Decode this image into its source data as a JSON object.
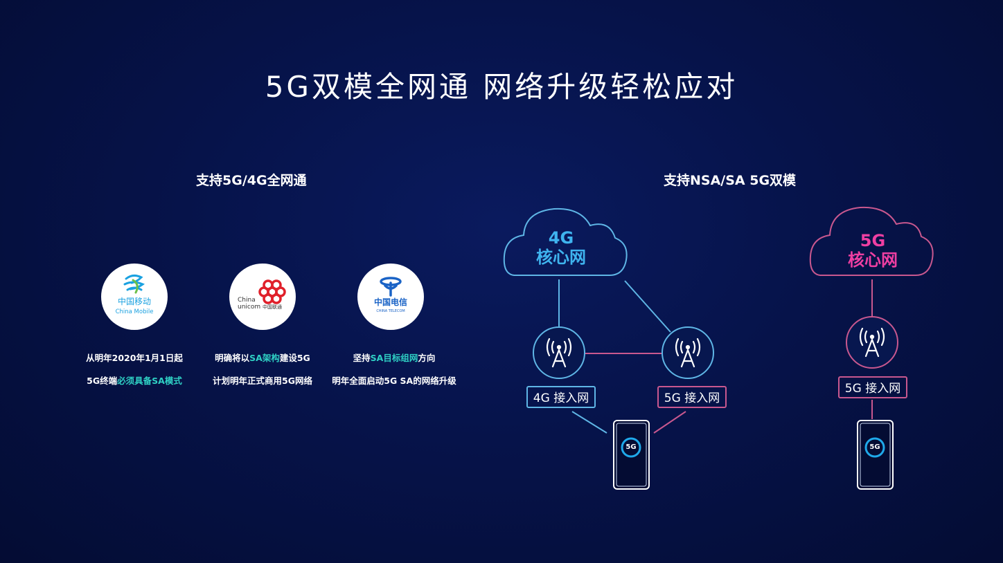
{
  "title": "5G双模全网通 网络升级轻松应对",
  "left": {
    "subtitle": "支持5G/4G全网通",
    "carriers": [
      {
        "logo_icon": "china-mobile-logo",
        "logo_text_cn": "中国移动",
        "logo_text_en": "China Mobile",
        "line1": {
          "pre": "从明年2020年1月1日起",
          "hl": "",
          "post": ""
        },
        "line2": {
          "pre": "5G终端",
          "hl": "必须具备SA模式",
          "post": ""
        }
      },
      {
        "logo_icon": "china-unicom-logo",
        "logo_text_cn": "中国联通",
        "logo_text_en_1": "China",
        "logo_text_en_2": "unicom",
        "line1": {
          "pre": "明确将以",
          "hl": "SA架构",
          "post": "建设5G"
        },
        "line2": {
          "pre": "计划明年正式商用5G网络",
          "hl": "",
          "post": ""
        }
      },
      {
        "logo_icon": "china-telecom-logo",
        "logo_text_cn": "中国电信",
        "logo_text_en": "CHINA TELECOM",
        "line1": {
          "pre": "坚持",
          "hl": "SA目标组网",
          "post": "方向"
        },
        "line2": {
          "pre": "明年全面启动5G SA的网络升级",
          "hl": "",
          "post": ""
        }
      }
    ],
    "highlight_color": "#2fd0c4"
  },
  "right": {
    "subtitle": "支持NSA/SA 5G双模",
    "nsa": {
      "core_line1": "4G",
      "core_line2": "核心网",
      "access_4g": "4G 接入网",
      "access_5g": "5G 接入网",
      "phone": "5G"
    },
    "sa": {
      "core_line1": "5G",
      "core_line2": "核心网",
      "access": "5G 接入网",
      "phone": "5G"
    },
    "colors": {
      "blue": "#5fb6e6",
      "blue_text": "#3fb4ef",
      "pink": "#c9588f",
      "pink_text": "#ef3fa2",
      "phone_ring": "#1fa9ea"
    }
  }
}
